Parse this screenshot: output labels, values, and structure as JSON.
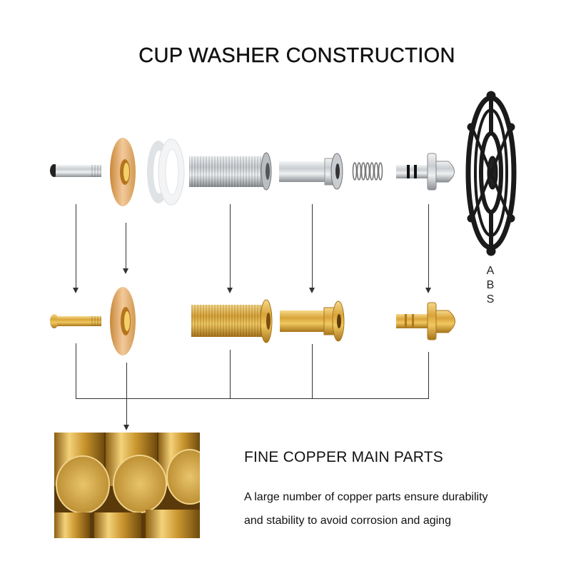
{
  "title": "CUP WASHER CONSTRUCTION",
  "original_parts": [
    {
      "id": "stem",
      "material": "chrome"
    },
    {
      "id": "flange",
      "material": "brass"
    },
    {
      "id": "washers",
      "material": "white-plastic"
    },
    {
      "id": "threaded-body",
      "material": "chrome"
    },
    {
      "id": "sleeve",
      "material": "chrome"
    },
    {
      "id": "spring",
      "material": "steel"
    },
    {
      "id": "valve-core",
      "material": "chrome"
    }
  ],
  "handle": {
    "material_label": "ABS",
    "letters": [
      "A",
      "B",
      "S"
    ]
  },
  "copper_parts": [
    {
      "id": "stem"
    },
    {
      "id": "flange"
    },
    {
      "id": "threaded-body"
    },
    {
      "id": "sleeve"
    },
    {
      "id": "valve-core"
    }
  ],
  "copper_section": {
    "heading": "FINE COPPER MAIN PARTS",
    "description_line1": "A large number of copper parts ensure durability",
    "description_line2": "and stability to avoid corrosion and aging"
  },
  "colors": {
    "brass": "#d9a43a",
    "chrome": "#c8ccd0",
    "abs_black": "#1a1a1a",
    "line": "#333333"
  }
}
